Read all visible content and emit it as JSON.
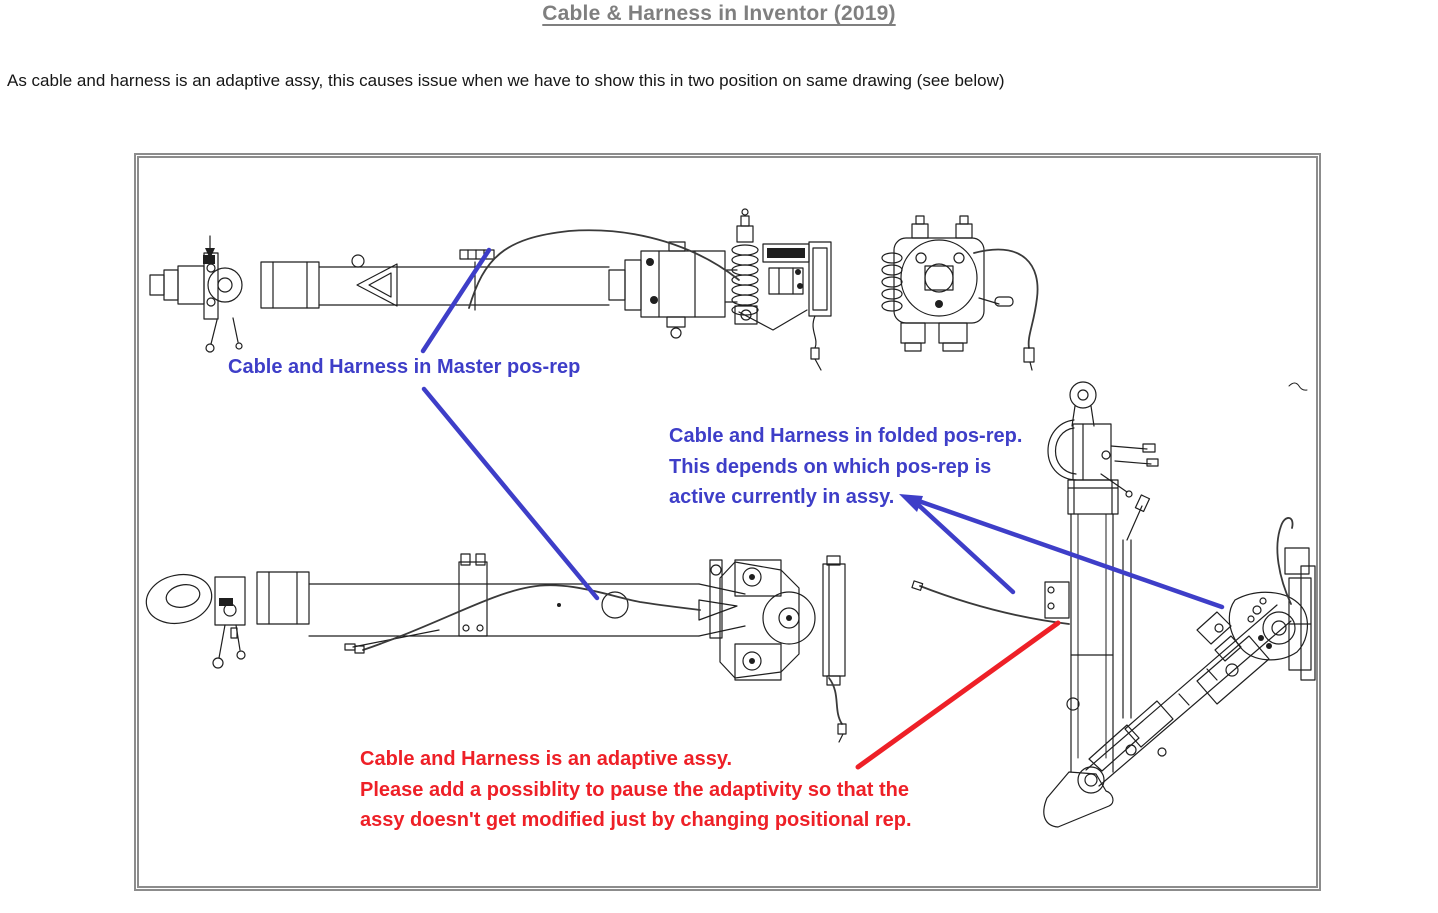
{
  "document": {
    "title": "Cable & Harness in Inventor (2019)",
    "intro": "As cable and harness is an adaptive assy, this causes issue when we have to show this in two position on same drawing (see below)"
  },
  "figure": {
    "annotations": {
      "master": {
        "text": "Cable and Harness in Master pos-rep",
        "color_role": "blue"
      },
      "folded": {
        "lines": [
          "Cable and Harness in folded pos-rep.",
          "This depends on which pos-rep is",
          "active currently in assy."
        ],
        "color_role": "blue"
      },
      "adaptive": {
        "lines": [
          "Cable and Harness is an adaptive assy.",
          "Please add a possiblity to pause the adaptivity so that the",
          "assy doesn't get modified just by changing positional rep."
        ],
        "color_role": "red"
      }
    }
  },
  "colors": {
    "annotation_blue": "#3e3ec8",
    "annotation_red": "#ee2027",
    "title_gray": "#7f7f7f",
    "drawing_line": "#1f1f1f",
    "border_gray": "#8c8c8c"
  }
}
